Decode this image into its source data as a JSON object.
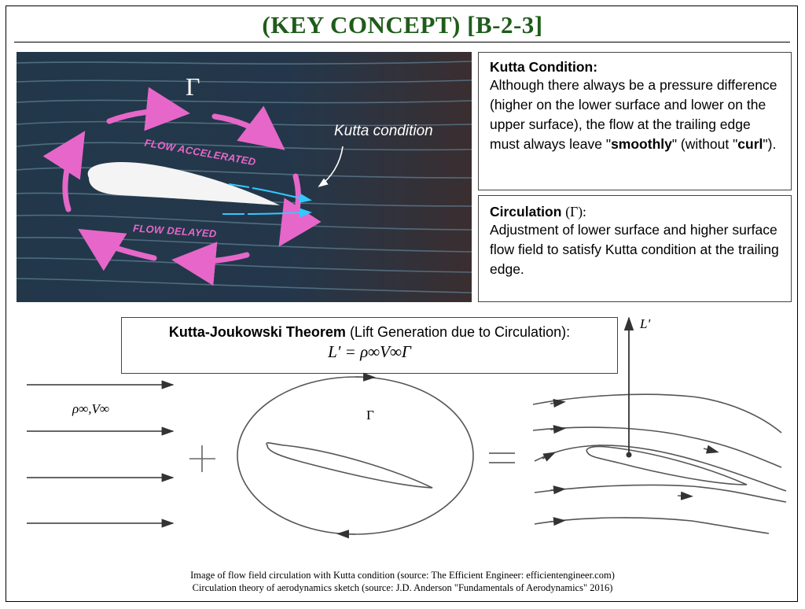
{
  "title": "(KEY CONCEPT) [B-2-3]",
  "photo": {
    "gamma_symbol": "Γ",
    "kutta_label": "Kutta condition",
    "flow_accelerated": "FLOW ACCELERATED",
    "flow_delayed": "FLOW DELAYED"
  },
  "kutta_box": {
    "heading": "Kutta Condition:",
    "text_a": "Although there always be a pressure difference (higher on the lower surface and lower on the upper surface), the flow at the trailing edge must always leave \"",
    "bold1": "smoothly",
    "text_b": "\" (without \"",
    "bold2": "curl",
    "text_c": "\")."
  },
  "circulation_box": {
    "heading": "Circulation",
    "heading_symbol": "(Γ):",
    "text": "Adjustment of lower surface and higher surface flow field to satisfy Kutta condition at the trailing edge."
  },
  "kj_box": {
    "heading": "Kutta-Joukowski Theorem",
    "heading_suffix": " (Lift Generation due to Circulation):",
    "equation": "L′ = ρ∞V∞Γ"
  },
  "sketch": {
    "freestream_label": "ρ∞,V∞",
    "gamma_label": "Γ",
    "lift_label": "L'",
    "plus": "+",
    "equals": "="
  },
  "captions": [
    "Image of flow field circulation with Kutta condition (source: The Efficient Engineer: efficientengineer.com)",
    "Circulation theory of aerodynamics sketch (source: J.D. Anderson \"Fundamentals of Aerodynamics\" 2016)"
  ],
  "colors": {
    "title": "#1f5c1a",
    "photo_bg": "#2b3a48",
    "magenta": "#e667c9",
    "cyan": "#33c8ff"
  }
}
